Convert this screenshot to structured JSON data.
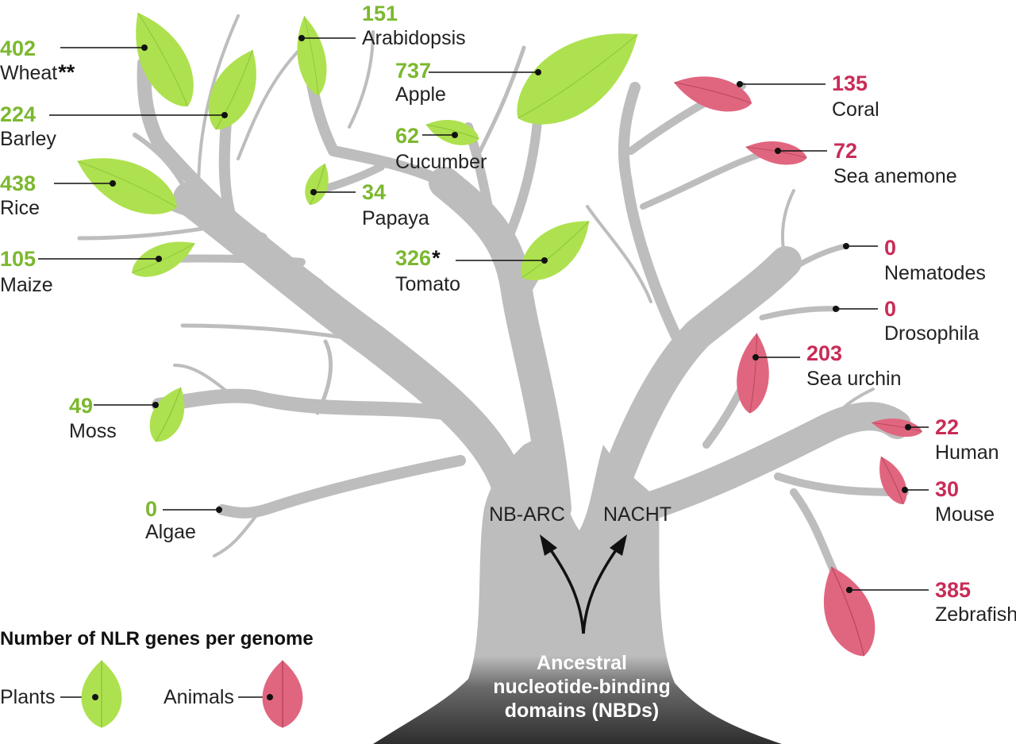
{
  "legend": {
    "title": "Number of NLR genes per genome",
    "plants_label": "Plants",
    "animals_label": "Animals"
  },
  "colors": {
    "plant_leaf": "#aee14f",
    "plant_text": "#7cb82f",
    "animal_leaf": "#e0667f",
    "animal_text": "#c92c57",
    "branch": "#bdbdbd",
    "trunk_base": "#333333"
  },
  "trunk": {
    "label_line1": "Ancestral",
    "label_line2": "nucleotide-binding",
    "label_line3": "domains (NBDs)",
    "left_domain": "NB-ARC",
    "right_domain": "NACHT"
  },
  "species": [
    {
      "id": "wheat",
      "group": "plant",
      "count": "402",
      "name": "Wheat",
      "mark": "**"
    },
    {
      "id": "barley",
      "group": "plant",
      "count": "224",
      "name": "Barley",
      "mark": ""
    },
    {
      "id": "rice",
      "group": "plant",
      "count": "438",
      "name": "Rice",
      "mark": ""
    },
    {
      "id": "maize",
      "group": "plant",
      "count": "105",
      "name": "Maize",
      "mark": ""
    },
    {
      "id": "moss",
      "group": "plant",
      "count": "49",
      "name": "Moss",
      "mark": ""
    },
    {
      "id": "algae",
      "group": "plant",
      "count": "0",
      "name": "Algae",
      "mark": ""
    },
    {
      "id": "arabidopsis",
      "group": "plant",
      "count": "151",
      "name": "Arabidopsis",
      "mark": ""
    },
    {
      "id": "apple",
      "group": "plant",
      "count": "737",
      "name": "Apple",
      "mark": ""
    },
    {
      "id": "cucumber",
      "group": "plant",
      "count": "62",
      "name": "Cucumber",
      "mark": ""
    },
    {
      "id": "papaya",
      "group": "plant",
      "count": "34",
      "name": "Papaya",
      "mark": ""
    },
    {
      "id": "tomato",
      "group": "plant",
      "count": "326",
      "name": "Tomato",
      "mark": "*"
    },
    {
      "id": "coral",
      "group": "animal",
      "count": "135",
      "name": "Coral",
      "mark": ""
    },
    {
      "id": "sea-anemone",
      "group": "animal",
      "count": "72",
      "name": "Sea anemone",
      "mark": ""
    },
    {
      "id": "nematodes",
      "group": "animal",
      "count": "0",
      "name": "Nematodes",
      "mark": ""
    },
    {
      "id": "drosophila",
      "group": "animal",
      "count": "0",
      "name": "Drosophila",
      "mark": ""
    },
    {
      "id": "sea-urchin",
      "group": "animal",
      "count": "203",
      "name": "Sea urchin",
      "mark": ""
    },
    {
      "id": "human",
      "group": "animal",
      "count": "22",
      "name": "Human",
      "mark": ""
    },
    {
      "id": "mouse",
      "group": "animal",
      "count": "30",
      "name": "Mouse",
      "mark": ""
    },
    {
      "id": "zebrafish",
      "group": "animal",
      "count": "385",
      "name": "Zebrafish",
      "mark": ""
    }
  ]
}
